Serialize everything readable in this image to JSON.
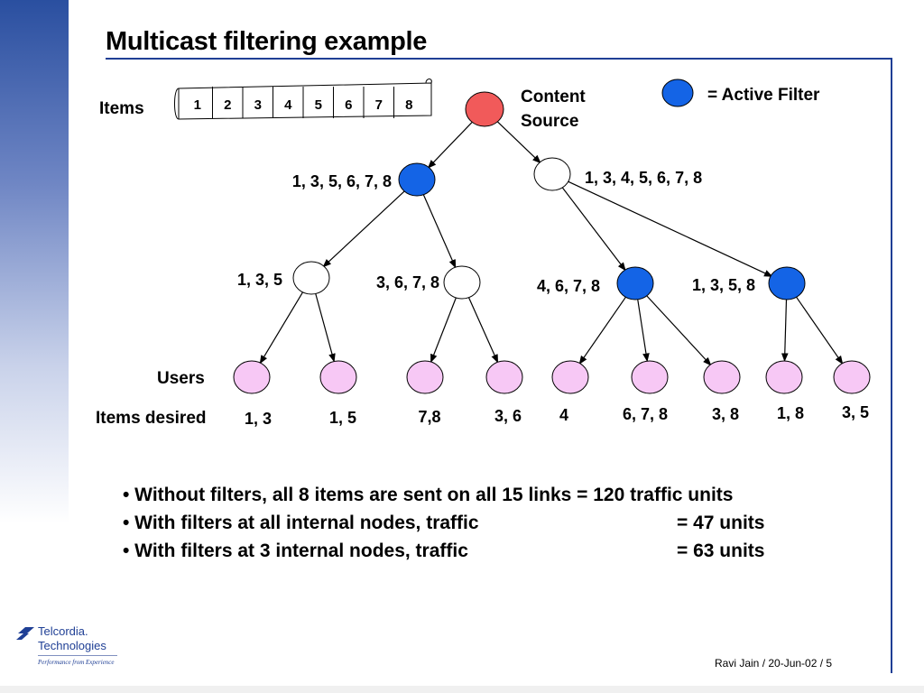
{
  "slide": {
    "title": "Multicast filtering example",
    "footer": "Ravi Jain / 20-Jun-02 / 5"
  },
  "logo": {
    "line1": "Telcordia.",
    "line2": "Technologies",
    "tagline": "Performance from Experience"
  },
  "colors": {
    "accent": "#1f3f95",
    "source": "#f15a5a",
    "active_filter": "#1464e6",
    "plain_node": "#ffffff",
    "user": "#f7c8f5"
  },
  "diagram": {
    "items_label": "Items",
    "items": [
      "1",
      "2",
      "3",
      "4",
      "5",
      "6",
      "7",
      "8"
    ],
    "source_label_line1": "Content",
    "source_label_line2": "Source",
    "legend_label": "= Active Filter",
    "users_label": "Users",
    "items_desired_label": "Items desired",
    "edges": [
      [
        "source",
        "n1"
      ],
      [
        "source",
        "n2"
      ],
      [
        "n1",
        "n3"
      ],
      [
        "n1",
        "n4"
      ],
      [
        "n2",
        "n5"
      ],
      [
        "n2",
        "n6"
      ],
      [
        "n3",
        "u1"
      ],
      [
        "n3",
        "u2"
      ],
      [
        "n4",
        "u3"
      ],
      [
        "n4",
        "u4"
      ],
      [
        "n5",
        "u5"
      ],
      [
        "n5",
        "u6"
      ],
      [
        "n5",
        "u7"
      ],
      [
        "n6",
        "u8"
      ],
      [
        "n6",
        "u9"
      ]
    ],
    "internal_nodes": [
      {
        "id": "n1",
        "label": "1, 3, 5, 6, 7, 8",
        "active": true
      },
      {
        "id": "n2",
        "label": "1, 3, 4, 5, 6, 7, 8",
        "active": false
      },
      {
        "id": "n3",
        "label": "1, 3, 5",
        "active": false
      },
      {
        "id": "n4",
        "label": "3, 6, 7, 8",
        "active": false
      },
      {
        "id": "n5",
        "label": "4, 6, 7, 8",
        "active": true
      },
      {
        "id": "n6",
        "label": "1, 3, 5, 8",
        "active": true
      }
    ],
    "users": [
      {
        "id": "u1",
        "desired": "1, 3"
      },
      {
        "id": "u2",
        "desired": "1, 5"
      },
      {
        "id": "u3",
        "desired": "7,8"
      },
      {
        "id": "u4",
        "desired": "3, 6"
      },
      {
        "id": "u5",
        "desired": "4"
      },
      {
        "id": "u6",
        "desired": "6, 7, 8"
      },
      {
        "id": "u7",
        "desired": "3, 8"
      },
      {
        "id": "u8",
        "desired": "1, 8"
      },
      {
        "id": "u9",
        "desired": "3, 5"
      }
    ]
  },
  "bullets": [
    {
      "text": "• Without filters, all 8 items are sent on all 15 links = 120 traffic units",
      "value": ""
    },
    {
      "text": "• With filters at all internal nodes, traffic",
      "value": "=  47 units"
    },
    {
      "text": "• With filters at 3 internal nodes, traffic",
      "value": "=  63 units"
    }
  ]
}
